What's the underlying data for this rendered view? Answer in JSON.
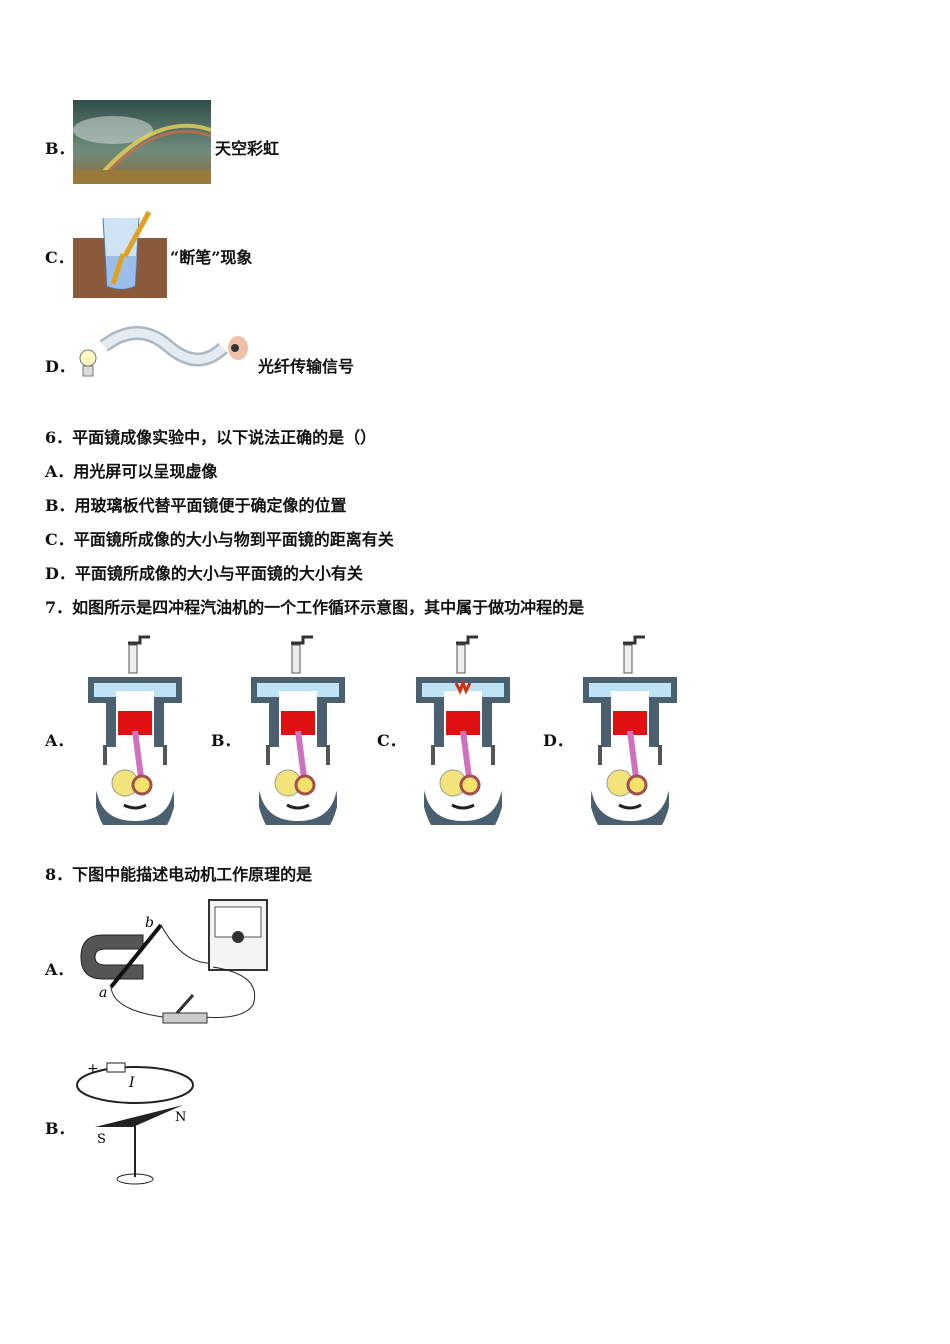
{
  "q5_options": [
    {
      "label": "B．",
      "text": "天空彩虹",
      "icon": "rainbow-photo"
    },
    {
      "label": "C．",
      "text": "“断笔”现象",
      "icon": "pencil-in-water"
    },
    {
      "label": "D．",
      "text": "光纤传输信号",
      "icon": "optical-fiber"
    }
  ],
  "q6": {
    "stem": "6．平面镜成像实验中，以下说法正确的是（）",
    "options": [
      "A．用光屏可以呈现虚像",
      "B．用玻璃板代替平面镜便于确定像的位置",
      "C．平面镜所成像的大小与物到平面镜的距离有关",
      "D．平面镜所成像的大小与平面镜的大小有关"
    ]
  },
  "q7": {
    "stem": "7．如图所示是四冲程汽油机的一个工作循环示意图，其中属于做功冲程的是",
    "options": [
      "A．",
      "B．",
      "C．",
      "D．"
    ]
  },
  "q8": {
    "stem": "8．下图中能描述电动机工作原理的是",
    "options": [
      {
        "label": "A．",
        "fig_labels": {
          "a": "a",
          "b": "b"
        }
      },
      {
        "label": "B．",
        "fig_labels": {
          "plus": "+",
          "current": "I",
          "n": "N",
          "s": "S"
        }
      }
    ]
  }
}
